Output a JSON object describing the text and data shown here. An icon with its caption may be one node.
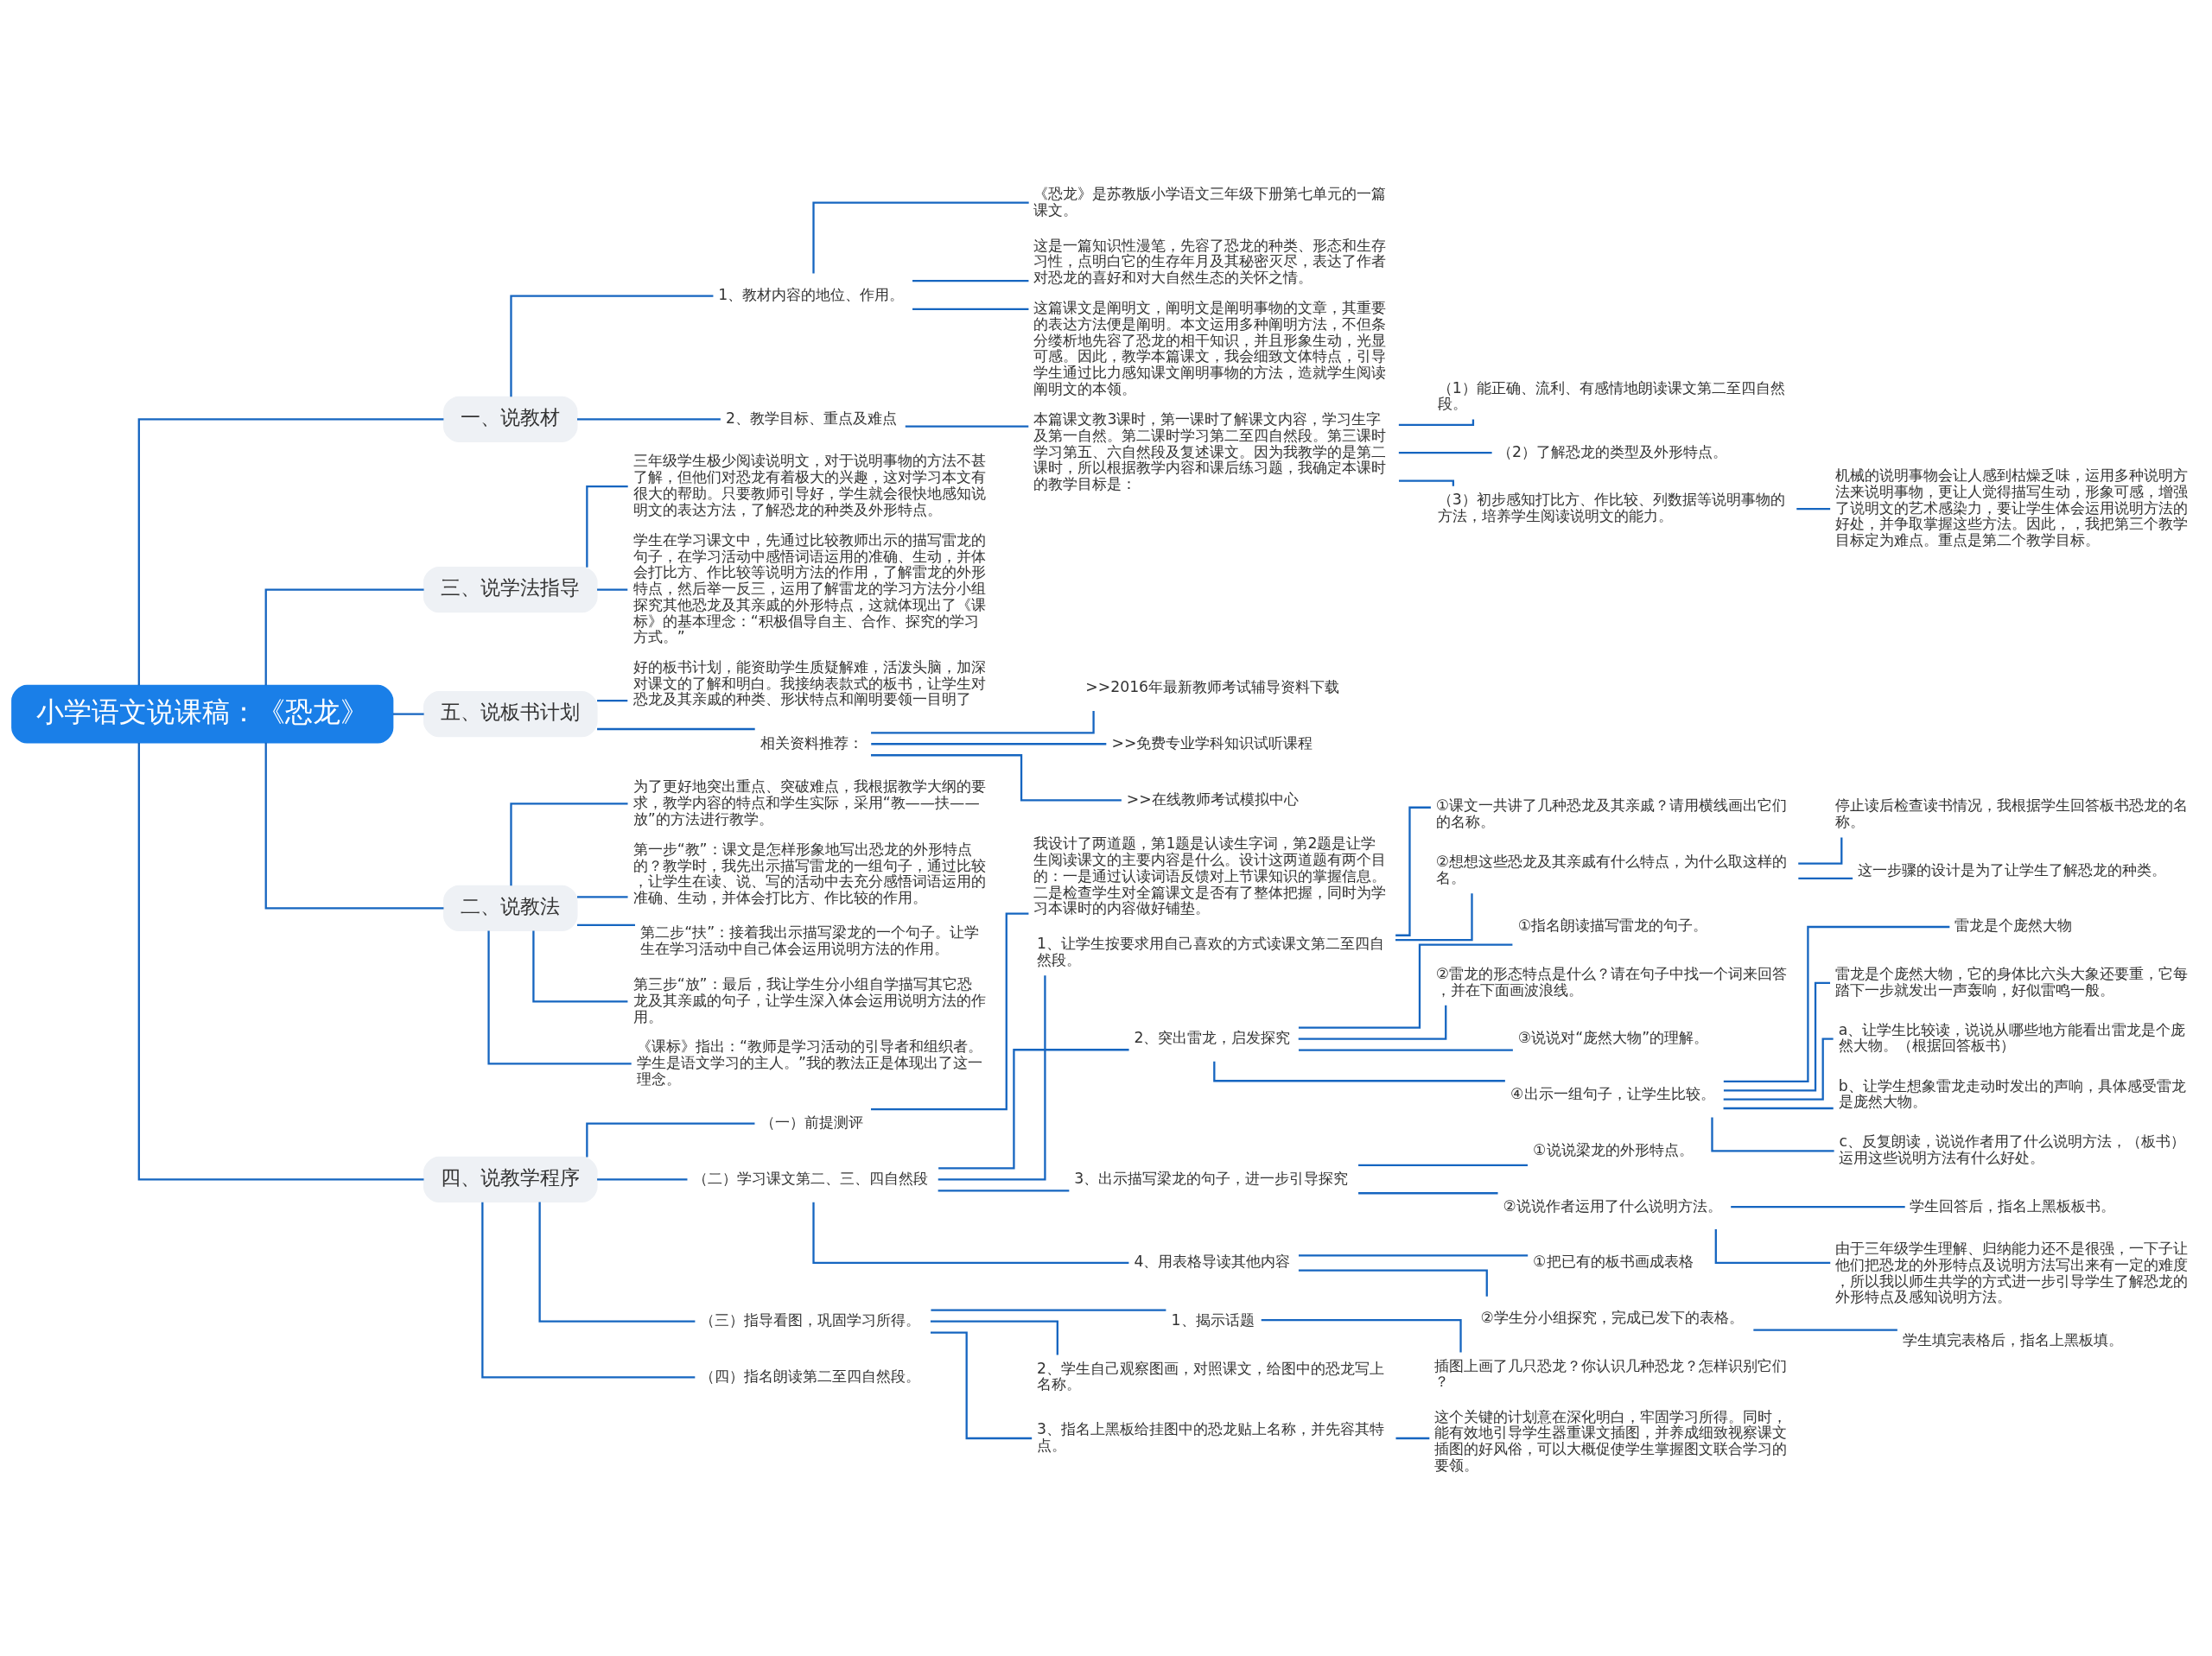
{
  "diagram": {
    "nodes": [
      {
        "text": [
          "小学语文说课稿：《恐龙》"
        ]
      },
      {
        "text": [
          "一、说教材"
        ]
      },
      {
        "text": [
          "1、教材内容的地位、作用。"
        ]
      },
      {
        "text": [
          "《恐龙》是苏教版小学语文三年级下册第七单元的一篇课文。"
        ]
      },
      {
        "text": [
          "这是一篇知识性漫笔，先容了恐龙的种类、形态和生存习性，点明白它的生存年月及其秘密灭尽，表达了作者对恐龙的喜好和对大自然生态的关怀之情。"
        ]
      },
      {
        "text": [
          "这篇课文是阐明文，阐明文是阐明事物的文章，其重要的表达方法便是阐明。本文运用多种阐明方法，不但条分缕析地先容了恐龙的相干知识，并且形象生动，光显可感。因此，教学本篇课文，我会细致文体特点，引导学生通过比力感知课文阐明事物的方法，造就学生阅读阐明文的本领。"
        ]
      },
      {
        "text": [
          "2、教学目标、重点及难点"
        ]
      },
      {
        "text": [
          "本篇课文教3课时，第一课时了解课文内容，学习生字及第一自然。第二课时学习第二至四自然段。第三课时学习第五、六自然段及复述课文。因为我教学的是第二课时，所以根据教学内容和课后练习题，我确定本课时的教学目标是："
        ]
      },
      {
        "text": [
          "（1）能正确、流利、有感情地朗读课文第二至四自然段。"
        ]
      },
      {
        "text": [
          "（2）了解恐龙的类型及外形特点。"
        ]
      },
      {
        "text": [
          "（3）初步感知打比方、作比较、列数据等说明事物的方法，培养学生阅读说明文的能力。"
        ]
      },
      {
        "text": [
          "机械的说明事物会让人感到枯燥乏味，运用多种说明方法来说明事物，更让人觉得描写生动，形象可感，增强了说明文的艺术感染力，要让学生体会运用说明方法的好处，并争取掌握这些方法。因此，，我把第三个教学目标定为难点。重点是第二个教学目标。"
        ]
      },
      {
        "text": [
          "三、说学法指导"
        ]
      },
      {
        "text": [
          "三年级学生极少阅读说明文，对于说明事物的方法不甚了解，但他们对恐龙有着极大的兴趣，这对学习本文有很大的帮助。只要教师引导好，学生就会很快地感知说明文的表达方法，了解恐龙的种类及外形特点。"
        ]
      },
      {
        "text": [
          "学生在学习课文中，先通过比较教师出示的描写雷龙的句子，在学习活动中感悟词语运用的准确、生动，并体会打比方、作比较等说明方法的作用，了解雷龙的外形特点，然后举一反三，运用了解雷龙的学习方法分小组探究其他恐龙及其亲戚的外形特点，这就体现出了《课标》的基本理念：“积极倡导自主、合作、探究的学习方式。”"
        ]
      },
      {
        "text": [
          "五、说板书计划"
        ]
      },
      {
        "text": [
          "好的板书计划，能资助学生质疑解难，活泼头脑，加深对课文的了解和明白。我接纳表款式的板书，让学生对恐龙及其亲戚的种类、形状特点和阐明要领一目明了"
        ]
      },
      {
        "text": [
          "相关资料推荐："
        ]
      },
      {
        "text": [
          ">>2016年最新教师考试辅导资料下载"
        ]
      },
      {
        "text": [
          ">>免费专业学科知识试听课程"
        ]
      },
      {
        "text": [
          ">>在线教师考试模拟中心"
        ]
      },
      {
        "text": [
          "二、说教法"
        ]
      },
      {
        "text": [
          "为了更好地突出重点、突破难点，我根据教学大纲的要求，教学内容的特点和学生实际，采用“教——扶——放”的方法进行教学。"
        ]
      },
      {
        "text": [
          "第一步“教”：课文是怎样形象地写出恐龙的外形特点的？教学时，我先出示描写雷龙的一组句子，通过比较，让学生在读、说、写的活动中去充分感悟词语运用的准确、生动，并体会打比方、作比较的作用。"
        ]
      },
      {
        "text": [
          "第二步“扶”：接着我出示描写梁龙的一个句子。让学生在学习活动中自己体会运用说明方法的作用。"
        ]
      },
      {
        "text": [
          "第三步“放”：最后，我让学生分小组自学描写其它恐龙及其亲戚的句子，让学生深入体会运用说明方法的作用。"
        ]
      },
      {
        "text": [
          "《课标》指出：“教师是学习活动的引导者和组织者。学生是语文学习的主人。”我的教法正是体现出了这一理念。"
        ]
      },
      {
        "text": [
          "四、说教学程序"
        ]
      },
      {
        "text": [
          "（一）前提测评"
        ]
      },
      {
        "text": [
          "我设计了两道题，第1题是认读生字词，第2题是让学生阅读课文的主要内容是什么。设计这两道题有两个目的：一是通过认读词语反馈对上节课知识的掌握信息。二是检查学生对全篇课文是否有了整体把握，同时为学习本课时的内容做好铺垫。"
        ]
      },
      {
        "text": [
          "（二）学习课文第二、三、四自然段"
        ]
      },
      {
        "text": [
          "1、让学生按要求用自己喜欢的方式读课文第二至四自然段。"
        ]
      },
      {
        "text": [
          "①课文一共讲了几种恐龙及其亲戚？请用横线画出它们的名称。"
        ]
      },
      {
        "text": [
          "②想想这些恐龙及其亲戚有什么特点，为什么取这样的名。"
        ]
      },
      {
        "text": [
          "停止读后检查读书情况，我根据学生回答板书恐龙的名称。"
        ]
      },
      {
        "text": [
          "这一步骤的设计是为了让学生了解恐龙的种类。"
        ]
      },
      {
        "text": [
          "2、突出雷龙，启发探究"
        ]
      },
      {
        "text": [
          "①指名朗读描写雷龙的句子。"
        ]
      },
      {
        "text": [
          "②雷龙的形态特点是什么？请在句子中找一个词来回答，并在下面画波浪线。"
        ]
      },
      {
        "text": [
          "③说说对“庞然大物”的理解。"
        ]
      },
      {
        "text": [
          "④出示一组句子，让学生比较。"
        ]
      },
      {
        "text": [
          "雷龙是个庞然大物"
        ]
      },
      {
        "text": [
          "雷龙是个庞然大物，它的身体比六头大象还要重，它每踏下一步就发出一声轰响，好似雷鸣一般。"
        ]
      },
      {
        "text": [
          "a、让学生比较读，说说从哪些地方能看出雷龙是个庞然大物。（根据回答板书）"
        ]
      },
      {
        "text": [
          "b、让学生想象雷龙走动时发出的声响，具体感受雷龙是庞然大物。"
        ]
      },
      {
        "text": [
          "c、反复朗读，说说作者用了什么说明方法，（板书）运用这些说明方法有什么好处。"
        ]
      },
      {
        "text": [
          "3、出示描写梁龙的句子，进一步引导探究"
        ]
      },
      {
        "text": [
          "①说说梁龙的外形特点。"
        ]
      },
      {
        "text": [
          "②说说作者运用了什么说明方法。"
        ]
      },
      {
        "text": [
          "学生回答后，指名上黑板板书。"
        ]
      },
      {
        "text": [
          "由于三年级学生理解、归纳能力还不是很强，一下子让他们把恐龙的外形特点及说明方法写出来有一定的难度，所以我以师生共学的方式进一步引导学生了解恐龙的外形特点及感知说明方法。"
        ]
      },
      {
        "text": [
          "4、用表格导读其他内容"
        ]
      },
      {
        "text": [
          "①把已有的板书画成表格"
        ]
      },
      {
        "text": [
          "②学生分小组探究，完成已发下的表格。"
        ]
      },
      {
        "text": [
          "学生填完表格后，指名上黑板填。"
        ]
      },
      {
        "text": [
          "（三）指导看图，巩固学习所得。"
        ]
      },
      {
        "text": [
          "1、揭示话题"
        ]
      },
      {
        "text": [
          "插图上画了几只恐龙？你认识几种恐龙？怎样识别它们？"
        ]
      },
      {
        "text": [
          "2、学生自己观察图画，对照课文，给图中的恐龙写上名称。"
        ]
      },
      {
        "text": [
          "3、指名上黑板给挂图中的恐龙贴上名称，并先容其特点。"
        ]
      },
      {
        "text": [
          "这个关键的计划意在深化明白，牢固学习所得。同时，能有效地引导学生器重课文插图，并养成细致视察课文插图的好风俗，可以大概促使学生掌握图文联合学习的要领。"
        ]
      },
      {
        "text": [
          "（四）指名朗读第二至四自然段。"
        ]
      }
    ],
    "edges": [
      {
        "from": 0,
        "to": 1,
        "arrow": "none"
      },
      {
        "from": 1,
        "to": 2,
        "arrow": "none"
      },
      {
        "from": 2,
        "to": 3,
        "arrow": "none"
      },
      {
        "from": 2,
        "to": 4,
        "arrow": "none"
      },
      {
        "from": 2,
        "to": 5,
        "arrow": "none"
      },
      {
        "from": 1,
        "to": 6,
        "arrow": "none"
      },
      {
        "from": 6,
        "to": 7,
        "arrow": "none"
      },
      {
        "from": 7,
        "to": 8,
        "arrow": "none"
      },
      {
        "from": 7,
        "to": 9,
        "arrow": "none"
      },
      {
        "from": 7,
        "to": 10,
        "arrow": "none"
      },
      {
        "from": 10,
        "to": 11,
        "arrow": "none"
      },
      {
        "from": 0,
        "to": 12,
        "arrow": "none"
      },
      {
        "from": 12,
        "to": 13,
        "arrow": "none"
      },
      {
        "from": 12,
        "to": 14,
        "arrow": "none"
      },
      {
        "from": 0,
        "to": 15,
        "arrow": "none"
      },
      {
        "from": 15,
        "to": 16,
        "arrow": "none"
      },
      {
        "from": 15,
        "to": 17,
        "arrow": "none"
      },
      {
        "from": 17,
        "to": 18,
        "arrow": "none"
      },
      {
        "from": 17,
        "to": 19,
        "arrow": "none"
      },
      {
        "from": 17,
        "to": 20,
        "arrow": "none"
      },
      {
        "from": 0,
        "to": 21,
        "arrow": "none"
      },
      {
        "from": 21,
        "to": 22,
        "arrow": "none"
      },
      {
        "from": 21,
        "to": 23,
        "arrow": "none"
      },
      {
        "from": 21,
        "to": 24,
        "arrow": "none"
      },
      {
        "from": 21,
        "to": 25,
        "arrow": "none"
      },
      {
        "from": 21,
        "to": 26,
        "arrow": "none"
      },
      {
        "from": 0,
        "to": 27,
        "arrow": "none"
      },
      {
        "from": 27,
        "to": 28,
        "arrow": "none"
      },
      {
        "from": 28,
        "to": 29,
        "arrow": "none"
      },
      {
        "from": 27,
        "to": 30,
        "arrow": "none"
      },
      {
        "from": 30,
        "to": 31,
        "arrow": "none"
      },
      {
        "from": 31,
        "to": 32,
        "arrow": "none"
      },
      {
        "from": 31,
        "to": 33,
        "arrow": "none"
      },
      {
        "from": 33,
        "to": 34,
        "arrow": "none"
      },
      {
        "from": 33,
        "to": 35,
        "arrow": "none"
      },
      {
        "from": 30,
        "to": 36,
        "arrow": "none"
      },
      {
        "from": 36,
        "to": 37,
        "arrow": "none"
      },
      {
        "from": 36,
        "to": 38,
        "arrow": "none"
      },
      {
        "from": 36,
        "to": 39,
        "arrow": "none"
      },
      {
        "from": 36,
        "to": 40,
        "arrow": "none"
      },
      {
        "from": 40,
        "to": 41,
        "arrow": "none"
      },
      {
        "from": 40,
        "to": 42,
        "arrow": "none"
      },
      {
        "from": 40,
        "to": 43,
        "arrow": "none"
      },
      {
        "from": 40,
        "to": 44,
        "arrow": "none"
      },
      {
        "from": 40,
        "to": 45,
        "arrow": "none"
      },
      {
        "from": 30,
        "to": 46,
        "arrow": "none"
      },
      {
        "from": 46,
        "to": 47,
        "arrow": "none"
      },
      {
        "from": 46,
        "to": 48,
        "arrow": "none"
      },
      {
        "from": 48,
        "to": 49,
        "arrow": "none"
      },
      {
        "from": 48,
        "to": 50,
        "arrow": "none"
      },
      {
        "from": 30,
        "to": 51,
        "arrow": "none"
      },
      {
        "from": 51,
        "to": 52,
        "arrow": "none"
      },
      {
        "from": 51,
        "to": 53,
        "arrow": "none"
      },
      {
        "from": 53,
        "to": 54,
        "arrow": "none"
      },
      {
        "from": 27,
        "to": 55,
        "arrow": "none"
      },
      {
        "from": 55,
        "to": 56,
        "arrow": "none"
      },
      {
        "from": 56,
        "to": 57,
        "arrow": "none"
      },
      {
        "from": 55,
        "to": 58,
        "arrow": "none"
      },
      {
        "from": 55,
        "to": 59,
        "arrow": "none"
      },
      {
        "from": 59,
        "to": 60,
        "arrow": "none"
      },
      {
        "from": 27,
        "to": 61,
        "arrow": "none"
      }
    ]
  }
}
